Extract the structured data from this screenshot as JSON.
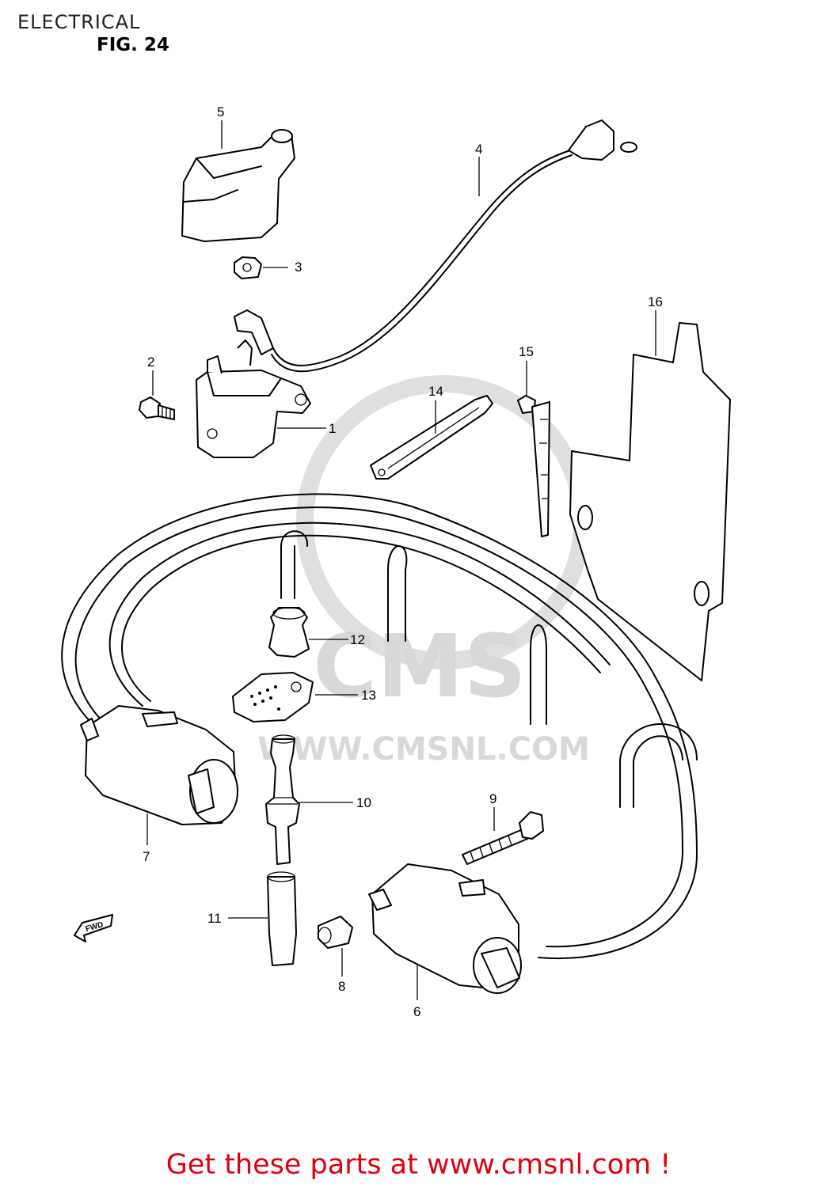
{
  "header": {
    "section": "ELECTRICAL",
    "figure": "FIG. 24"
  },
  "watermark": {
    "brand": "CMS",
    "url": "WWW.CMSNL.COM"
  },
  "parts": [
    {
      "id": "label-1",
      "text": "1"
    },
    {
      "id": "label-2",
      "text": "2"
    },
    {
      "id": "label-3",
      "text": "3"
    },
    {
      "id": "label-4",
      "text": "4"
    },
    {
      "id": "label-5",
      "text": "5"
    },
    {
      "id": "label-6",
      "text": "6"
    },
    {
      "id": "label-7",
      "text": "7"
    },
    {
      "id": "label-8",
      "text": "8"
    },
    {
      "id": "label-9",
      "text": "9"
    },
    {
      "id": "label-10",
      "text": "10"
    },
    {
      "id": "label-11",
      "text": "11"
    },
    {
      "id": "label-12",
      "text": "12"
    },
    {
      "id": "label-13",
      "text": "13"
    },
    {
      "id": "label-14",
      "text": "14"
    },
    {
      "id": "label-15",
      "text": "15"
    },
    {
      "id": "label-16",
      "text": "16"
    }
  ],
  "fwd_arrow": "FWD",
  "footer": {
    "text": "Get these parts at www.cmsnl.com !",
    "color": "#e0000f"
  }
}
